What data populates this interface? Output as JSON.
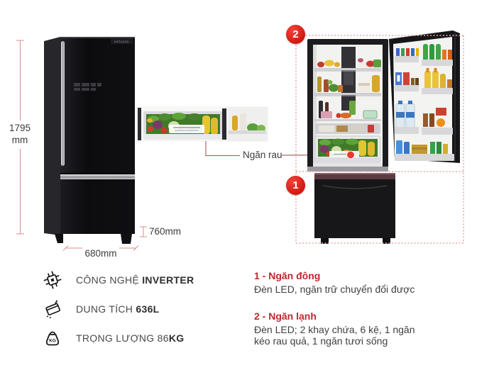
{
  "product_diagram": {
    "brand_label": "HITACHI",
    "dimensions": {
      "height_value": "1795",
      "height_unit": "mm",
      "width_label": "680mm",
      "depth_label": "760mm"
    },
    "callout": {
      "veg_drawer": "Ngăn rau"
    },
    "badges": {
      "freezer": "1",
      "fridge": "2"
    }
  },
  "features": [
    {
      "icon": "inverter-chip-icon",
      "text": "CÔNG NGHỆ ",
      "bold": "INVERTER"
    },
    {
      "icon": "carton-icon",
      "text": "DUNG TÍCH ",
      "bold": "636L"
    },
    {
      "icon": "kettlebell-icon",
      "text": "TRỌNG LƯỢNG 86",
      "bold": "KG"
    }
  ],
  "icons": {
    "kettlebell_label": "KG"
  },
  "compartments": [
    {
      "title": "1 - Ngăn đông",
      "desc": "Đèn LED, ngăn trữ chuyển đổi được"
    },
    {
      "title": "2 - Ngăn lạnh",
      "desc": "Đèn LED; 2 khay chứa, 6 kệ, 1 ngăn kéo rau quả, 1 ngăn tươi sống"
    }
  ],
  "colors": {
    "accent_red": "#e2231a",
    "dotted_line": "#e8a9a9",
    "dimension_line": "#d98f8f",
    "heading_red": "#c0272d",
    "body_text": "#3f3f3f"
  }
}
